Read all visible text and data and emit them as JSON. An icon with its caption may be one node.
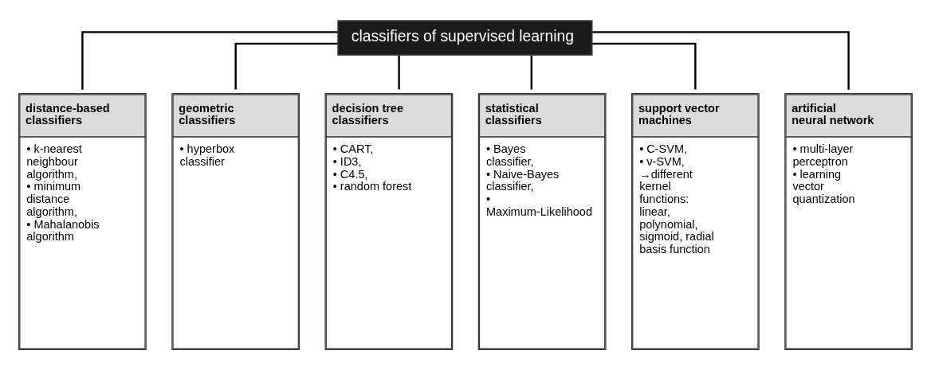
{
  "diagram": {
    "nodes": [
      {
        "text": [
          "classifiers of supervised learning"
        ]
      },
      {
        "text": [
          "distance-based classifiers",
          "• k-nearest neighbour algorithm,",
          "• minimum distance algorithm,",
          "• Mahalanobis algorithm"
        ]
      },
      {
        "text": [
          "geometric classifiers",
          "• hyperbox classifier"
        ]
      },
      {
        "text": [
          "decision tree classifiers",
          "• CART,",
          "• ID3,",
          "• C4.5,",
          "• random forest"
        ]
      },
      {
        "text": [
          "statistical classifiers",
          "• Bayes classifier,",
          "• Naive-Bayes classifier,",
          "• Maximum-Likelihood"
        ]
      },
      {
        "text": [
          "support vector machines",
          "• C-SVM,",
          "• ν-SVM,",
          "→different kernel functions:",
          "linear, polynomial, sigmoid, radial basis function"
        ]
      },
      {
        "text": [
          "artificial neural network",
          "• multi-layer perceptron",
          "• learning vector quantization"
        ]
      }
    ],
    "edges": [
      {
        "from": 0,
        "to": 1,
        "arrow": "none"
      },
      {
        "from": 0,
        "to": 2,
        "arrow": "none"
      },
      {
        "from": 0,
        "to": 3,
        "arrow": "none"
      },
      {
        "from": 0,
        "to": 4,
        "arrow": "none"
      },
      {
        "from": 0,
        "to": 5,
        "arrow": "none"
      },
      {
        "from": 0,
        "to": 6,
        "arrow": "none"
      }
    ]
  }
}
